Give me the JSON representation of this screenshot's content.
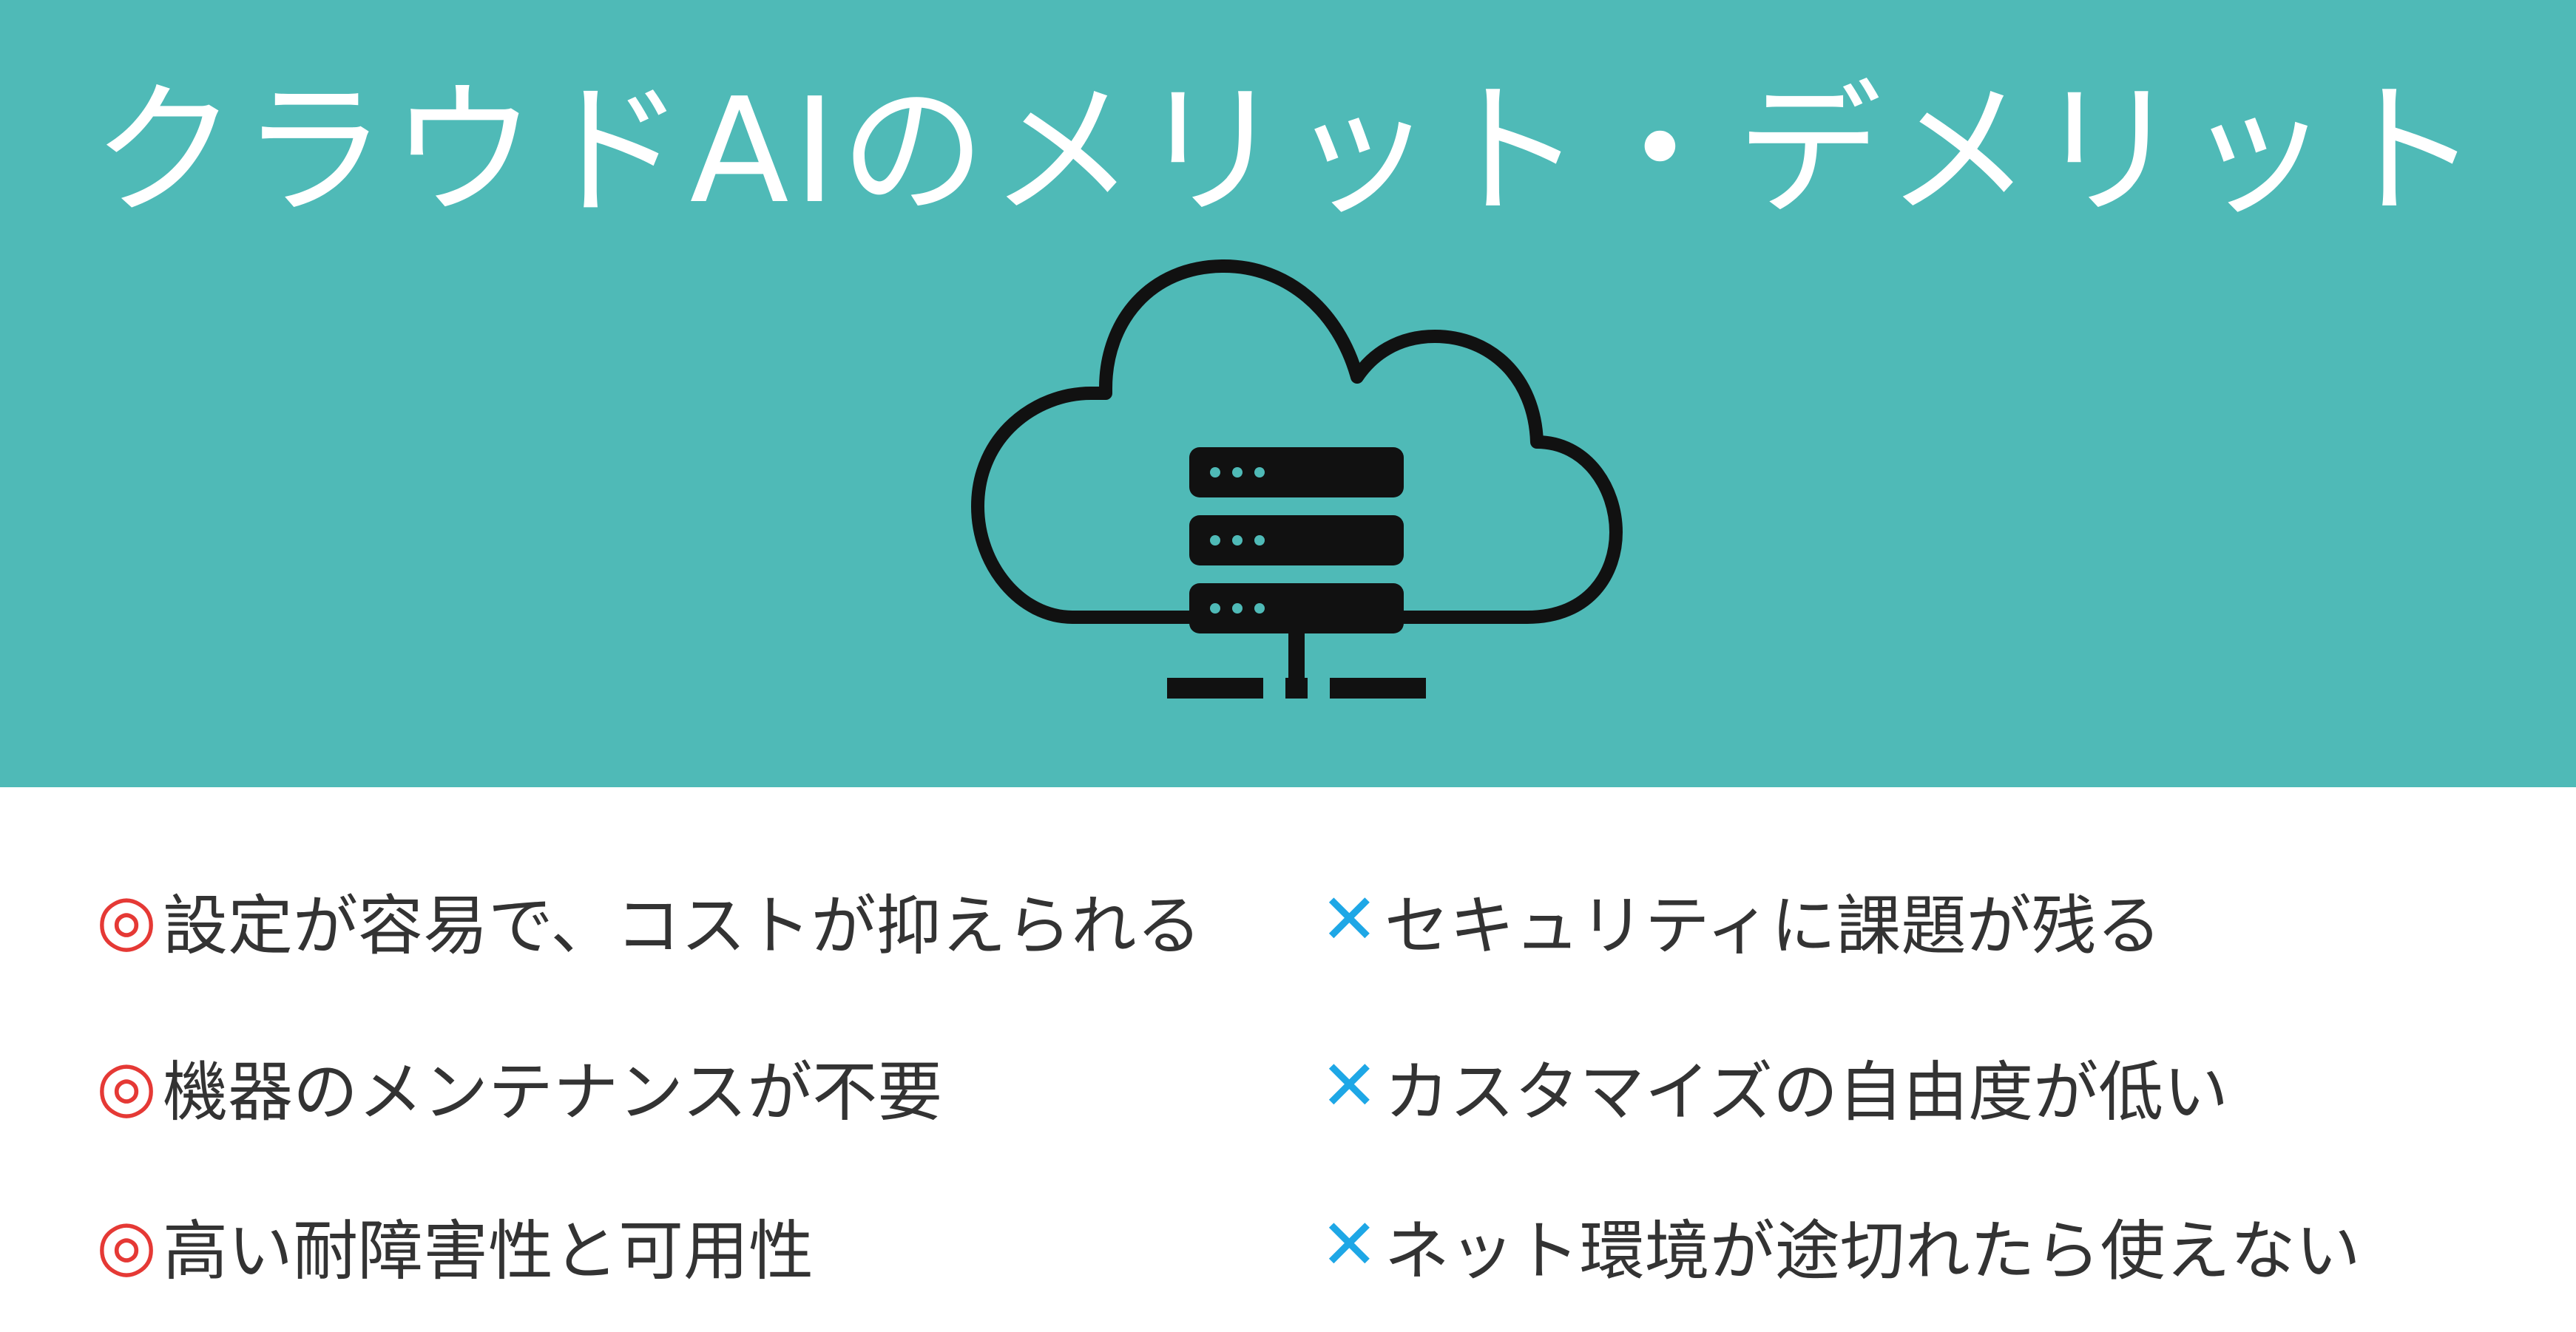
{
  "colors": {
    "banner": "#4fbab7",
    "title_text": "#ffffff",
    "merit_marker": "#e53935",
    "demerit_marker": "#1ea7e6",
    "item_text": "#333333",
    "icon": "#111111"
  },
  "banner": {
    "title": "クラウドAIのメリット・デメリット",
    "icon": "cloud-server-icon"
  },
  "merits": {
    "marker": "◎",
    "items": [
      "設定が容易で、コストが抑えられる",
      "機器のメンテナンスが不要",
      "高い耐障害性と可用性"
    ]
  },
  "demerits": {
    "marker": "✕",
    "items": [
      "セキュリティに課題が残る",
      "カスタマイズの自由度が低い",
      "ネット環境が途切れたら使えない"
    ]
  }
}
